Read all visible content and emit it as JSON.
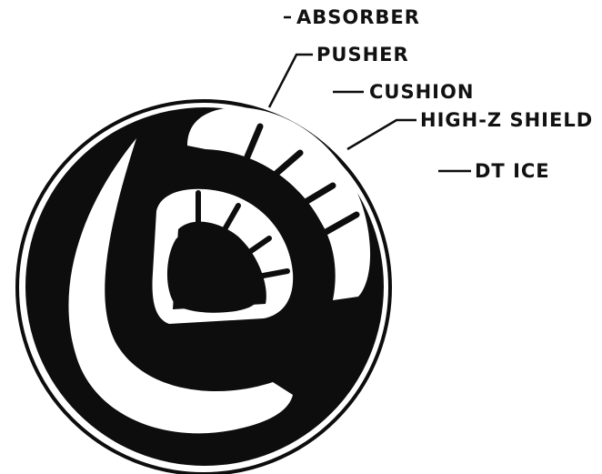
{
  "labels": {
    "absorber": "ABSORBER",
    "pusher": "PUSHER",
    "cushion": "CUSHION",
    "high_z_shield": "HIGH-Z SHIELD",
    "dt_ice": "DT ICE"
  },
  "colors": {
    "ink": "#0d0d0d",
    "paper": "#ffffff"
  }
}
